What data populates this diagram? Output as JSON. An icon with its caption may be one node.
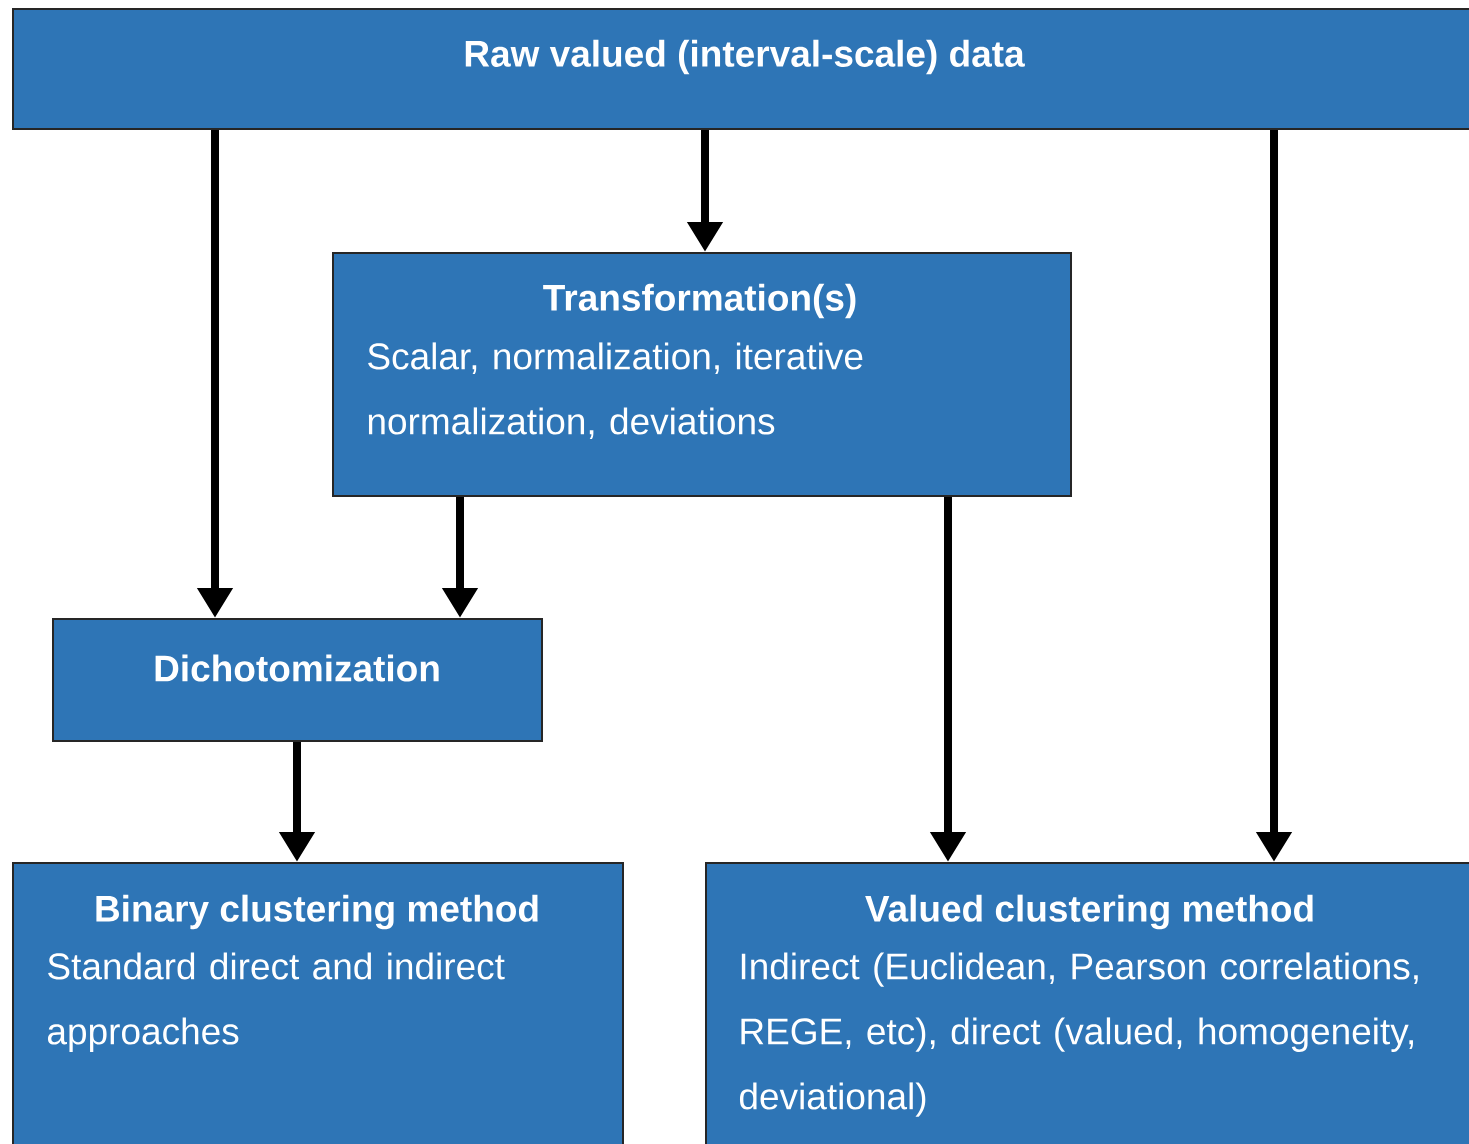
{
  "diagram": {
    "nodes": [
      {
        "text": [
          "Raw valued (interval-scale) data"
        ]
      },
      {
        "text": [
          "Transformation(s)",
          "Scalar, normalization, iterative normalization, deviations"
        ]
      },
      {
        "text": [
          "Dichotomization"
        ]
      },
      {
        "text": [
          "Binary clustering method",
          "Standard direct and indirect approaches"
        ]
      },
      {
        "text": [
          "Valued clustering method",
          "Indirect (Euclidean, Pearson correlations, REGE, etc), direct (valued, homogeneity, deviational)"
        ]
      }
    ],
    "edges": [
      {
        "from": 0,
        "to": 2,
        "arrow": "to"
      },
      {
        "from": 0,
        "to": 1,
        "arrow": "to"
      },
      {
        "from": 0,
        "to": 4,
        "arrow": "to"
      },
      {
        "from": 1,
        "to": 2,
        "arrow": "to"
      },
      {
        "from": 1,
        "to": 4,
        "arrow": "to"
      },
      {
        "from": 2,
        "to": 3,
        "arrow": "to"
      }
    ]
  }
}
